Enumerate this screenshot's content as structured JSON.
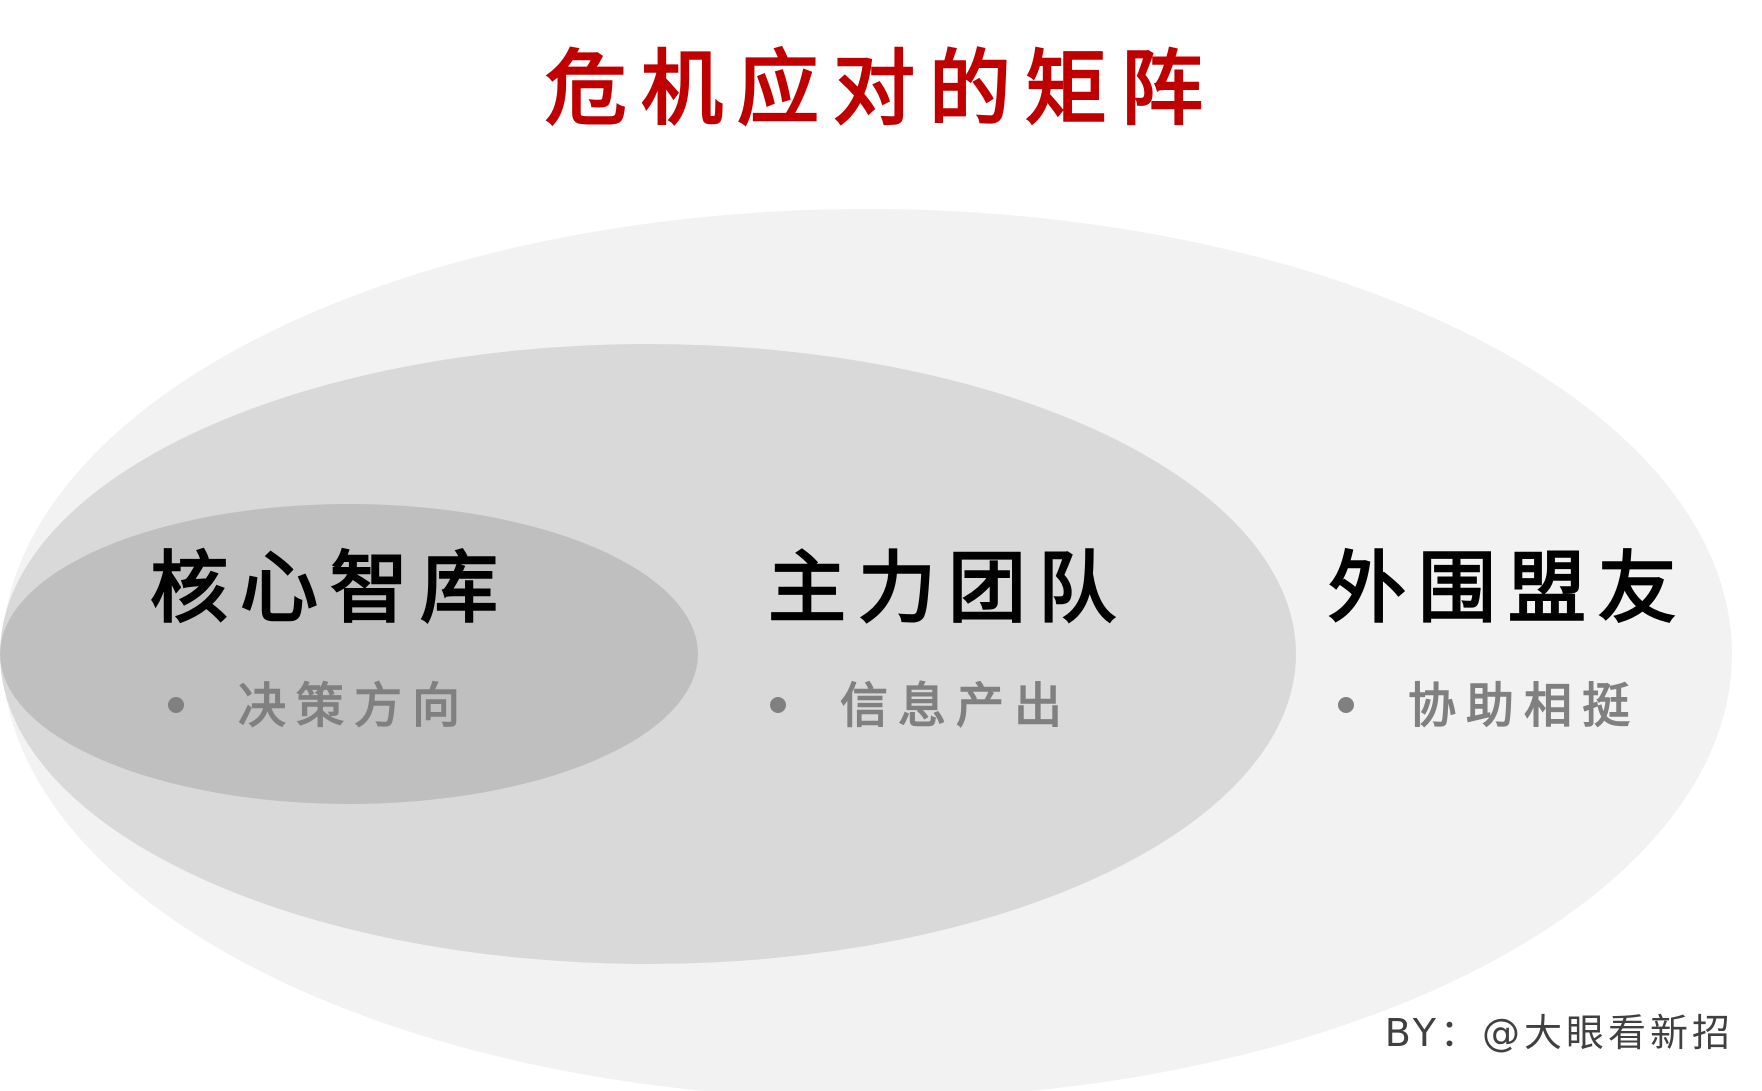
{
  "title": "危机应对的矩阵",
  "rings": [
    {
      "label": "核心智库",
      "bullet": "决策方向"
    },
    {
      "label": "主力团队",
      "bullet": "信息产出"
    },
    {
      "label": "外围盟友",
      "bullet": "协助相挺"
    }
  ],
  "credit": "BY：@大眼看新招",
  "colors": {
    "title": "#c00000",
    "outer_ring": "#f2f2f2",
    "middle_ring": "#d9d9d9",
    "inner_ring": "#bfbfbf",
    "label": "#000000",
    "bullet": "#808080",
    "credit": "#404040"
  }
}
